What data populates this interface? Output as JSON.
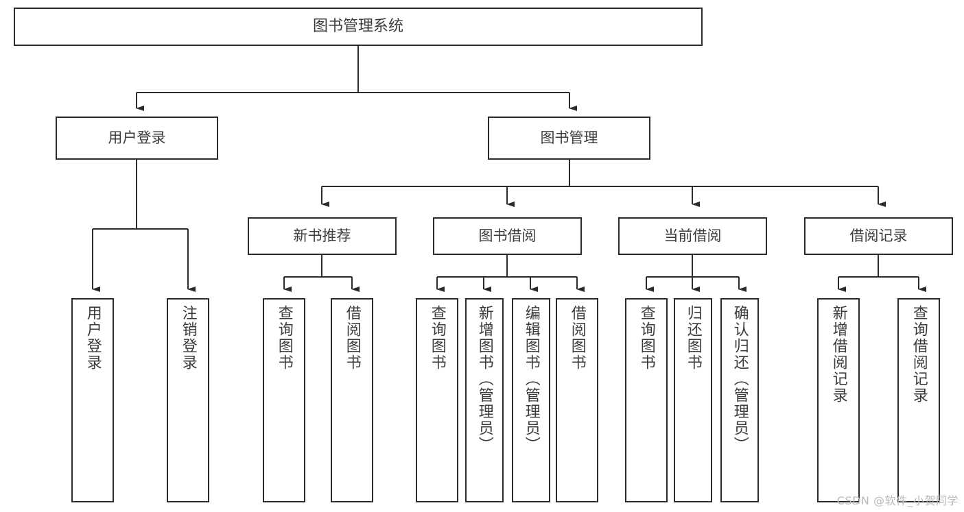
{
  "diagram": {
    "title": "图书管理系统",
    "type": "tree-hierarchy-diagram",
    "root": {
      "id": "root",
      "label": "图书管理系统"
    },
    "level2": [
      {
        "id": "user-login",
        "label": "用户登录"
      },
      {
        "id": "book-manage",
        "label": "图书管理"
      }
    ],
    "level3": [
      {
        "id": "new-book-rec",
        "label": "新书推荐",
        "parent": "book-manage"
      },
      {
        "id": "book-borrow",
        "label": "图书借阅",
        "parent": "book-manage"
      },
      {
        "id": "current-borrow",
        "label": "当前借阅",
        "parent": "book-manage"
      },
      {
        "id": "borrow-record",
        "label": "借阅记录",
        "parent": "book-manage"
      }
    ],
    "leaves": [
      {
        "id": "leaf-user-login",
        "label": "用户登录",
        "parent": "user-login"
      },
      {
        "id": "leaf-logout",
        "label": "注销登录",
        "parent": "user-login"
      },
      {
        "id": "leaf-query-book-1",
        "label": "查询图书",
        "parent": "new-book-rec"
      },
      {
        "id": "leaf-borrow-book-1",
        "label": "借阅图书",
        "parent": "new-book-rec"
      },
      {
        "id": "leaf-query-book-2",
        "label": "查询图书",
        "parent": "book-borrow"
      },
      {
        "id": "leaf-add-book",
        "label": "新增图书（管理员）",
        "parent": "book-borrow"
      },
      {
        "id": "leaf-edit-book",
        "label": "编辑图书（管理员）",
        "parent": "book-borrow"
      },
      {
        "id": "leaf-borrow-book-2",
        "label": "借阅图书",
        "parent": "book-borrow"
      },
      {
        "id": "leaf-query-book-3",
        "label": "查询图书",
        "parent": "current-borrow"
      },
      {
        "id": "leaf-return-book",
        "label": "归还图书",
        "parent": "current-borrow"
      },
      {
        "id": "leaf-confirm-return",
        "label": "确认归还（管理员）",
        "parent": "current-borrow"
      },
      {
        "id": "leaf-add-record",
        "label": "新增借阅记录",
        "parent": "borrow-record"
      },
      {
        "id": "leaf-query-record",
        "label": "查询借阅记录",
        "parent": "borrow-record"
      }
    ]
  },
  "watermark": {
    "text": "CSDN @软件_小贺同学"
  },
  "colors": {
    "box_border": "#2b2b2b",
    "box_fill": "#ffffff",
    "text": "#3b3b3b",
    "connector": "#2b2b2b",
    "watermark": "#b9b9b9",
    "page_background": "#ffffff"
  }
}
